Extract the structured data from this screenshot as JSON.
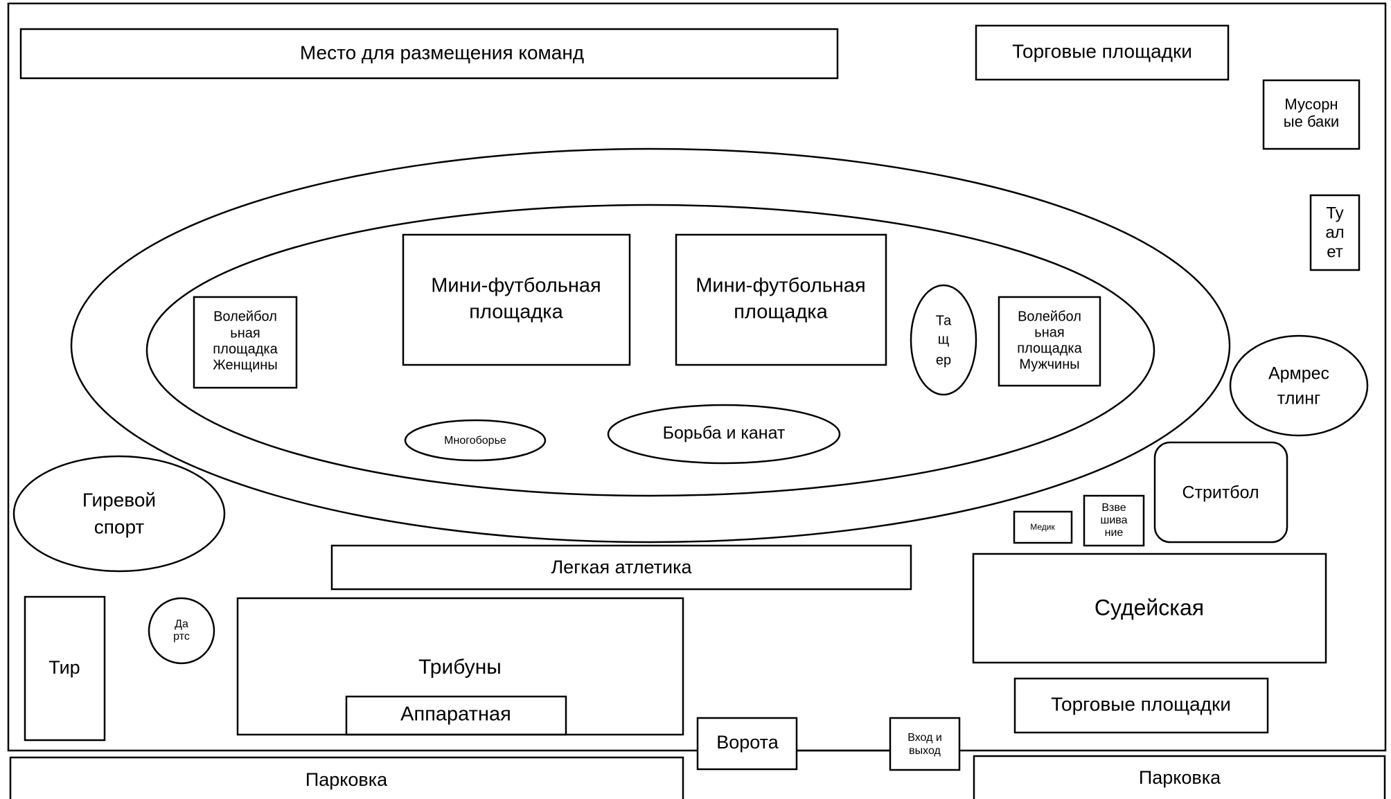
{
  "colors": {
    "stroke": "#000000",
    "background": "#ffffff",
    "text": "#000000"
  },
  "zones": {
    "teams_area": "Место для размещения команд",
    "trade_top": "Торговые площадки",
    "trash": [
      "Мусорн",
      "ые баки"
    ],
    "toilet": [
      "Ту",
      "ал",
      "ет"
    ],
    "minifootball_left": [
      "Мини-футбольная",
      "площадка"
    ],
    "minifootball_right": [
      "Мини-футбольная",
      "площадка"
    ],
    "volleyball_women": [
      "Волейбол",
      "ьная",
      "площадка",
      "Женщины"
    ],
    "volleyball_men": [
      "Волейбол",
      "ьная",
      "площадка",
      "Мужчины"
    ],
    "tug": [
      "Та",
      "щ",
      "ер"
    ],
    "armwrestling": [
      "Армрес",
      "тлинг"
    ],
    "multisport": "Многоборье",
    "wrestling_rope": "Борьба и канат",
    "kettlebell": [
      "Гиревой",
      "спорт"
    ],
    "streetball": "Стритбол",
    "medic": "Медик",
    "weighing": [
      "Взве",
      "шива",
      "ние"
    ],
    "athletics": "Легкая атлетика",
    "judges": "Судейская",
    "shooting": "Тир",
    "darts": [
      "Да",
      "ртс"
    ],
    "stands": "Трибуны",
    "control_room": "Аппаратная",
    "trade_bottom": "Торговые площадки",
    "gate": "Ворота",
    "entrance": [
      "Вход и",
      "выход"
    ],
    "parking_left": "Парковка",
    "parking_right": "Парковка"
  }
}
